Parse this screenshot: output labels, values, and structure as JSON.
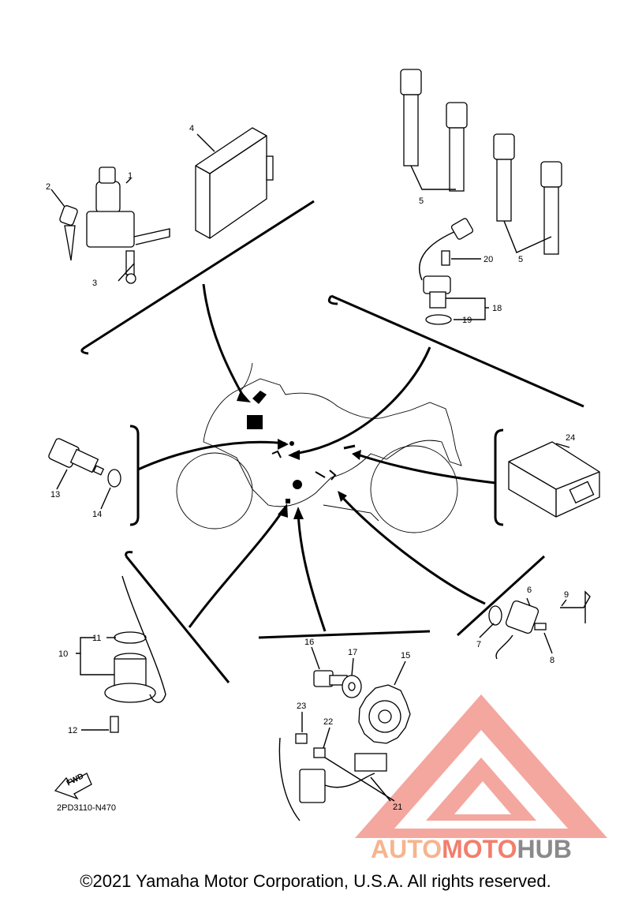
{
  "diagram": {
    "callouts": [
      {
        "id": "c1",
        "label": "1"
      },
      {
        "id": "c2",
        "label": "2"
      },
      {
        "id": "c3",
        "label": "3"
      },
      {
        "id": "c4",
        "label": "4"
      },
      {
        "id": "c5a",
        "label": "5"
      },
      {
        "id": "c5b",
        "label": "5"
      },
      {
        "id": "c6",
        "label": "6"
      },
      {
        "id": "c7",
        "label": "7"
      },
      {
        "id": "c8",
        "label": "8"
      },
      {
        "id": "c9",
        "label": "9"
      },
      {
        "id": "c10",
        "label": "10"
      },
      {
        "id": "c11",
        "label": "11"
      },
      {
        "id": "c12",
        "label": "12"
      },
      {
        "id": "c13",
        "label": "13"
      },
      {
        "id": "c14",
        "label": "14"
      },
      {
        "id": "c15",
        "label": "15"
      },
      {
        "id": "c16",
        "label": "16"
      },
      {
        "id": "c17",
        "label": "17"
      },
      {
        "id": "c18",
        "label": "18"
      },
      {
        "id": "c19",
        "label": "19"
      },
      {
        "id": "c20",
        "label": "20"
      },
      {
        "id": "c21",
        "label": "21"
      },
      {
        "id": "c22",
        "label": "22"
      },
      {
        "id": "c23",
        "label": "23"
      },
      {
        "id": "c24",
        "label": "24"
      }
    ],
    "fwd_label": "FWD",
    "drawing_code": "2PD3110-N470"
  },
  "watermark": {
    "part1": "AUTO",
    "part2": "MOTO",
    "part3": "HUB",
    "colors": {
      "auto": "#f6b48f",
      "moto": "#f27e6c",
      "hub": "#8a8a8a",
      "logo": "#f08a80"
    }
  },
  "footer": {
    "copyright": "©2021 Yamaha Motor Corporation, U.S.A. All rights reserved."
  }
}
